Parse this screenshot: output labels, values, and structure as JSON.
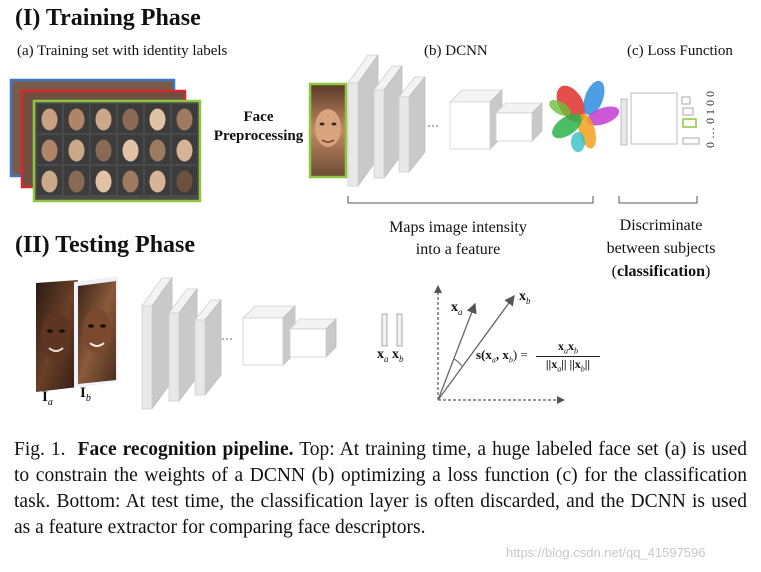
{
  "training": {
    "title": "(I) Training Phase",
    "label_a": "(a) Training set with identity labels",
    "label_b": "(b) DCNN",
    "label_c": "(c) Loss Function",
    "face_preprocessing_line1": "Face",
    "face_preprocessing_line2": "Preprocessing",
    "maps_line1": "Maps image intensity",
    "maps_line2": "into a feature",
    "discriminate_line1": "Discriminate",
    "discriminate_line2": "between subjects",
    "classification_open": "(",
    "classification_word": "classification",
    "classification_close": ")",
    "loss_vector": "0 … 0 1 0 0"
  },
  "testing": {
    "title": "(II) Testing Phase",
    "image_a_label": "I",
    "image_a_sub": "a",
    "image_b_label": "I",
    "image_b_sub": "b",
    "feature_a": "x",
    "feature_a_sub": "a",
    "feature_b": "x",
    "feature_b_sub": "b",
    "vec_a": "x",
    "vec_a_sub": "a",
    "vec_b": "x",
    "vec_b_sub": "b",
    "formula_lhs": "s(x",
    "formula_lhs_sub_a": "a",
    "formula_lhs_mid": ", x",
    "formula_lhs_sub_b": "b",
    "formula_lhs_end": ") =",
    "formula_num": "x",
    "formula_num_sub_a": "a",
    "formula_num_x2": "x",
    "formula_num_sub_b": "b",
    "formula_den": "||x",
    "formula_den_sub_a": "a",
    "formula_den_mid": "|| ||x",
    "formula_den_sub_b": "b",
    "formula_den_end": "||"
  },
  "caption": {
    "prefix": "Fig. 1.",
    "title": "Face recognition pipeline.",
    "body": "Top: At training time, a huge labeled face set (a) is used to constrain the weights of a DCNN (b) optimizing a loss function (c) for the classification task. Bottom: At test time, the classification layer is often discarded, and the DCNN is used as a feature extractor for comparing face descriptors."
  },
  "watermark": "https://blog.csdn.net/qq_41597596",
  "colors": {
    "stack_blue": "#3a78c2",
    "stack_red": "#d9262c",
    "stack_green": "#8ec63f",
    "layer_face": "#e8e8e8",
    "layer_side": "#c9c9c9",
    "layer_top": "#f3f3f3",
    "loss_green": "#8ec63f"
  }
}
